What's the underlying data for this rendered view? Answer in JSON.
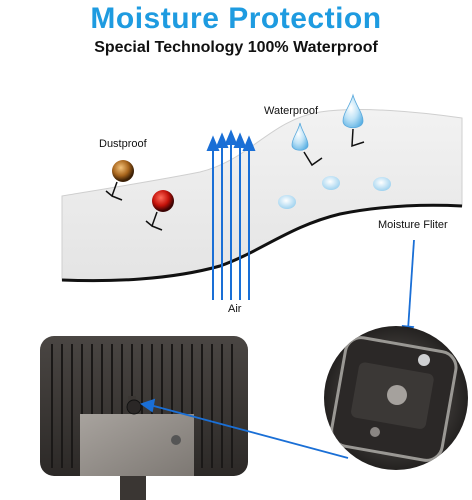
{
  "header": {
    "title": "Moisture Protection",
    "subtitle": "Special Technology 100% Waterproof"
  },
  "labels": {
    "dustproof": "Dustproof",
    "waterproof": "Waterproof",
    "air": "Air",
    "moisture_filter": "Moisture Fliter"
  },
  "colors": {
    "title_blue": "#1e9be0",
    "arrow_blue": "#1a6fd6",
    "membrane": "#ececec"
  },
  "icons": {
    "dust_particle_brown": "dust-particle-icon",
    "dust_particle_red": "dust-particle-icon",
    "water_drop": "water-drop-icon",
    "air_arrows": "air-flow-icon"
  }
}
